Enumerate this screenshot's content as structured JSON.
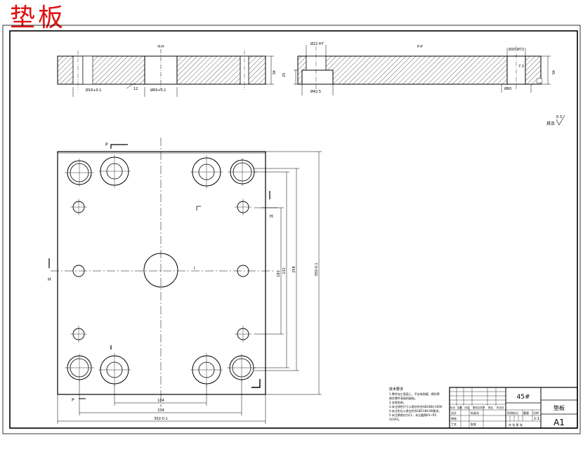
{
  "title": "垫板",
  "section_labels": {
    "section_left": "H-H",
    "section_right": "P-P",
    "cut_p_top": "P",
    "cut_p_bottom": "P",
    "cut_h_left": "H",
    "cut_h_right": "H"
  },
  "section_dims": {
    "dia_left": "Ø16+0.1",
    "dia_mid": "Ø69+0.1",
    "thk_right": "45",
    "thk_left_small": "12",
    "counterbore": "Ø22 H7",
    "slot": "Ø42.5",
    "depth_left": "25",
    "thk_far": "45",
    "top_right": "Ø20  Ø72",
    "bot_right": "Ø60",
    "tag_small": "7.3"
  },
  "roughness": {
    "symbol": "6.3",
    "note": "其余"
  },
  "plan_dims": {
    "v_inner": "183",
    "v_mid": "232",
    "v_outer": "258",
    "v_total": "350-0.1",
    "h_inner": "184",
    "h_mid": "234",
    "h_total": "302-0.1",
    "center_mark": "I"
  },
  "notes": {
    "heading": "技术要求",
    "lines": [
      "1.零件加工表面上，不应有划痕、擦伤等",
      "  损伤零件表面的缺陷。",
      "2.去除毛刺。",
      "3.未注线性尺寸公差应符合GB1804-2000",
      "4.未注形位公差应符合GB1184-80要求。",
      "5.未注倒角均为C1，未注圆角R3~R5",
      "  均为R3。"
    ]
  },
  "title_block": {
    "material": "45#",
    "part_name": "垫板",
    "sheet_size": "A1",
    "scale": "1:1",
    "row_labels": [
      "标记",
      "处数",
      "分区",
      "更改文件号",
      "签名",
      "年月日"
    ],
    "design": "设计",
    "standard": "标准化",
    "review": "审核",
    "process": "工艺",
    "approve": "批准",
    "stage": "阶段标记",
    "weight": "重量",
    "ratio": "比例",
    "sheets": "共 张 第 张"
  }
}
